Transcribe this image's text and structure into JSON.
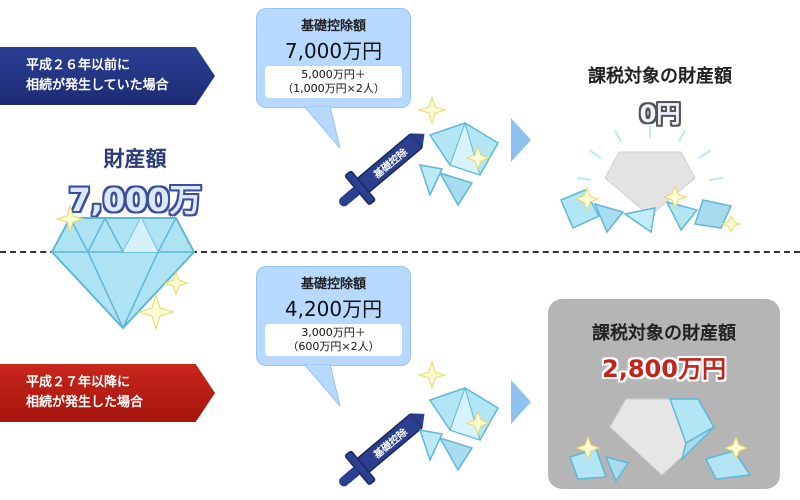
{
  "scenario_before": {
    "line1": "平成２６年以前に",
    "line2": "相続が発生していた場合",
    "deduction": {
      "title": "基礎控除額",
      "value": "7,000万円",
      "formula_line1": "5,000万円＋",
      "formula_line2": "（1,000万円×2人）"
    },
    "result_title": "課税対象の財産額",
    "result_value": "0円"
  },
  "scenario_after": {
    "line1": "平成２７年以降に",
    "line2": "相続が発生した場合",
    "deduction": {
      "title": "基礎控除額",
      "value": "4,200万円",
      "formula_line1": "3,000万円＋",
      "formula_line2": "（600万円×2人）"
    },
    "result_title": "課税対象の財産額",
    "result_value": "2,800万円"
  },
  "asset": {
    "title": "財産額",
    "value": "7,000万円"
  },
  "sword_label": "基礎控除",
  "colors": {
    "ribbon_blue": "#1c2b73",
    "ribbon_red": "#a5150d",
    "bubble": "#b7d9ff",
    "diamond": "#a9dff0",
    "result_highlight": "#c2231a"
  }
}
